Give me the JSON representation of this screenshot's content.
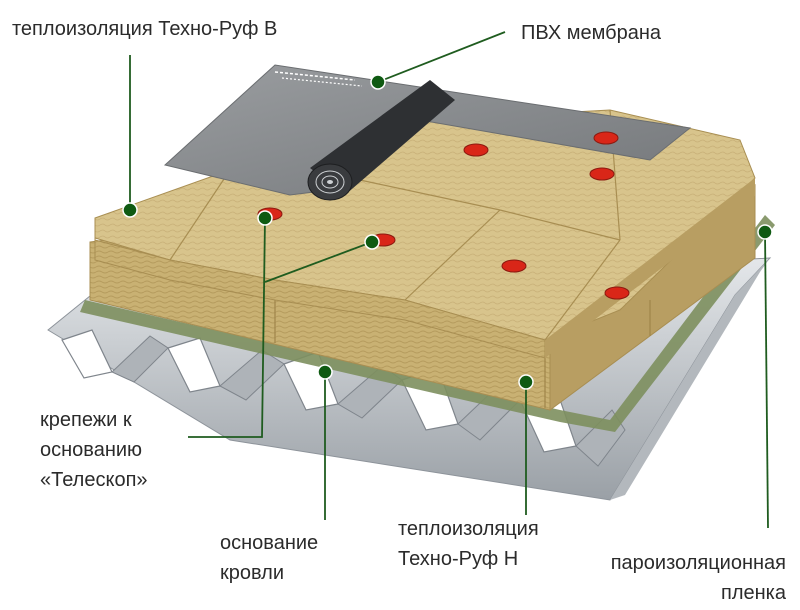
{
  "labels": {
    "top_insulation": "теплоизоляция Техно-Руф В",
    "membrane": "ПВХ мембрана",
    "fasteners": [
      "крепежи к",
      "основанию",
      "«Телескоп»"
    ],
    "roof_base": [
      "основание",
      "кровли"
    ],
    "bottom_insulation": [
      "теплоизоляция",
      "Техно-Руф Н"
    ],
    "vapor_barrier": [
      "пароизоляционная",
      "пленка"
    ]
  },
  "colors": {
    "leader": "#1f5c1f",
    "marker": "#0f5a12",
    "wool": "#d6c188",
    "wool_side": "#c2aa6c",
    "membrane": "#8c8f92",
    "steel": "#c9cdd1",
    "vapor": "#7d8f5e",
    "fastener": "#d92618"
  }
}
